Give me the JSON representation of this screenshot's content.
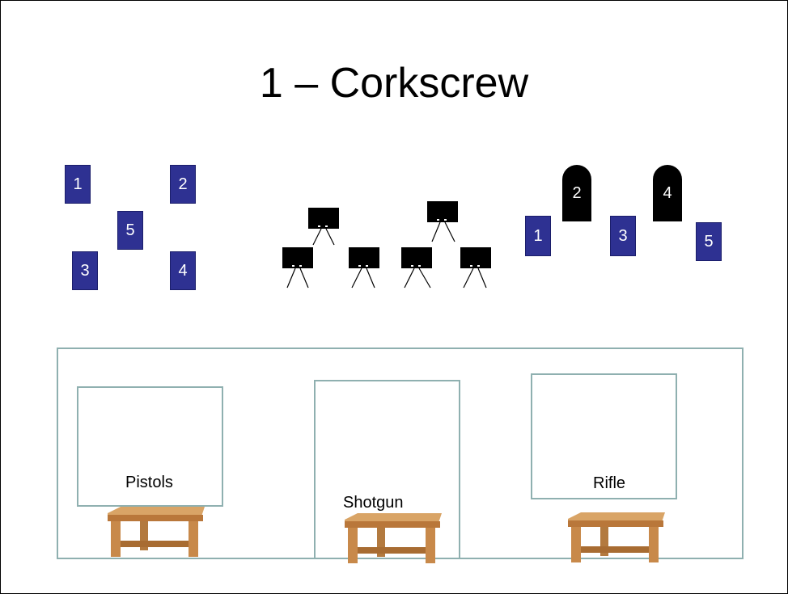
{
  "title": "1 – Corkscrew",
  "pistol_targets": [
    "1",
    "2",
    "5",
    "3",
    "4"
  ],
  "rifle_targets": [
    "1",
    "2",
    "3",
    "4",
    "5"
  ],
  "positions": [
    "Pistols",
    "Shotgun",
    "Rifle"
  ],
  "colors": {
    "paper_target": "#2e3192",
    "steel_target": "#000000",
    "stage_border": "#8fb0b0",
    "table_wood": "#c8894a"
  }
}
